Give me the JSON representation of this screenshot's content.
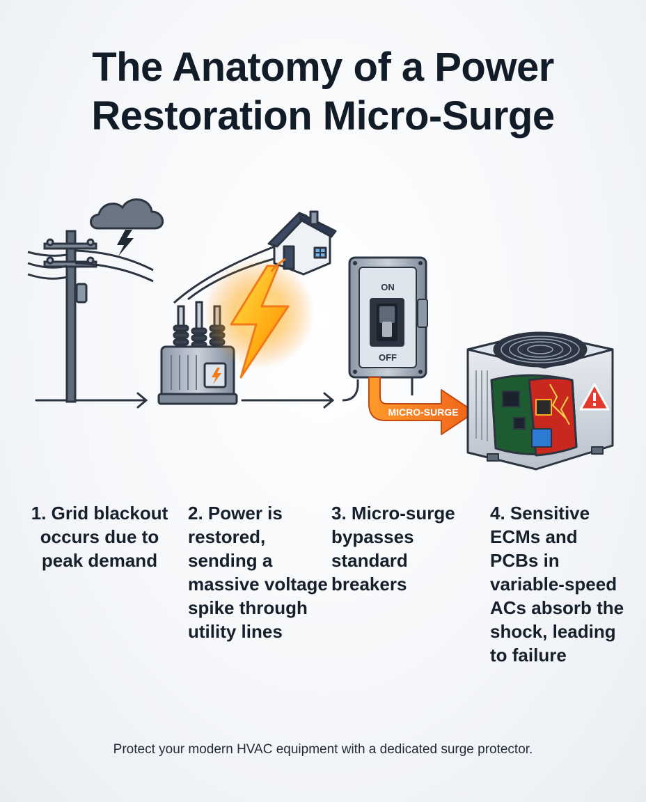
{
  "title": {
    "line1": "The Anatomy of a Power",
    "line2": "Restoration Micro-Surge"
  },
  "breaker": {
    "on_label": "ON",
    "off_label": "OFF"
  },
  "arrow_label": "MICRO-SURGE",
  "steps": [
    {
      "number": "1.",
      "text": "Grid blackout occurs due to peak demand"
    },
    {
      "number": "2.",
      "text": "Power is restored, sending a massive voltage spike through utility lines"
    },
    {
      "number": "3.",
      "text": "Micro-surge bypasses standard breakers"
    },
    {
      "number": "4.",
      "text": "Sensitive ECMs and PCBs in variable-speed ACs absorb the shock, leading to failure"
    }
  ],
  "footer": "Protect your modern HVAC equipment with a dedicated surge protector.",
  "colors": {
    "surge_orange": "#f07a1a",
    "bolt_yellow": "#ffc21a",
    "warning_red": "#e23b2e",
    "dark": "#2b3440"
  },
  "icons": [
    "storm-cloud-icon",
    "utility-pole-icon",
    "transformer-icon",
    "lightning-bolt-icon",
    "house-icon",
    "breaker-panel-icon",
    "ac-unit-icon",
    "warning-icon"
  ]
}
